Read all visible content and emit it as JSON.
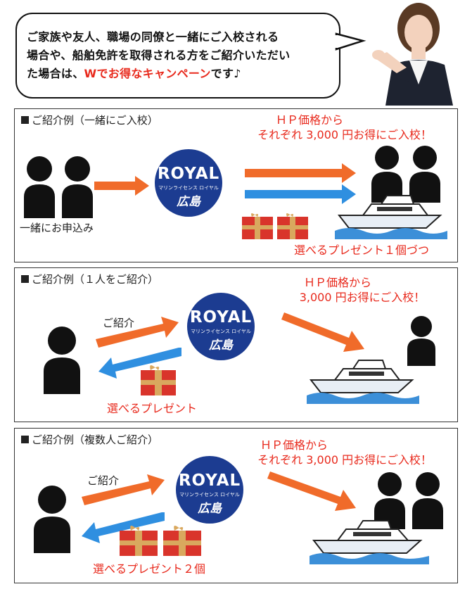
{
  "intro": {
    "line1": "ご家族や友人、職場の同僚と一緒にご入校される",
    "line2": "場合や、船舶免許を取得される方をご紹介いただい",
    "line3_prefix": "た場合は、",
    "line3_highlight": "Wでお得なキャンペーン",
    "line3_suffix": "です♪"
  },
  "logo": {
    "main": "ROYAL",
    "sub": "マリンライセンス ロイヤル",
    "city": "広島"
  },
  "panels": [
    {
      "title": "ご紹介例（一緒にご入校）",
      "offer_line1": "ＨＰ価格から",
      "offer_line2": "それぞれ 3,000 円お得にご入校！",
      "left_label": "一緒にお申込み",
      "present": "選べるプレゼント１個づつ"
    },
    {
      "title": "ご紹介例（１人をご紹介）",
      "offer_line1": "ＨＰ価格から",
      "offer_line2": "3,000 円お得にご入校！",
      "arrow_label": "ご紹介",
      "present": "選べるプレゼント"
    },
    {
      "title": "ご紹介例（複数人ご紹介）",
      "offer_line1": "ＨＰ価格から",
      "offer_line2": "それぞれ 3,000 円お得にご入校！",
      "arrow_label": "ご紹介",
      "present": "選べるプレゼント２個"
    }
  ],
  "colors": {
    "accent_red": "#e8291c",
    "arrow_orange": "#f06b2a",
    "arrow_blue": "#2f8fe0",
    "logo_blue": "#1c3c91"
  }
}
